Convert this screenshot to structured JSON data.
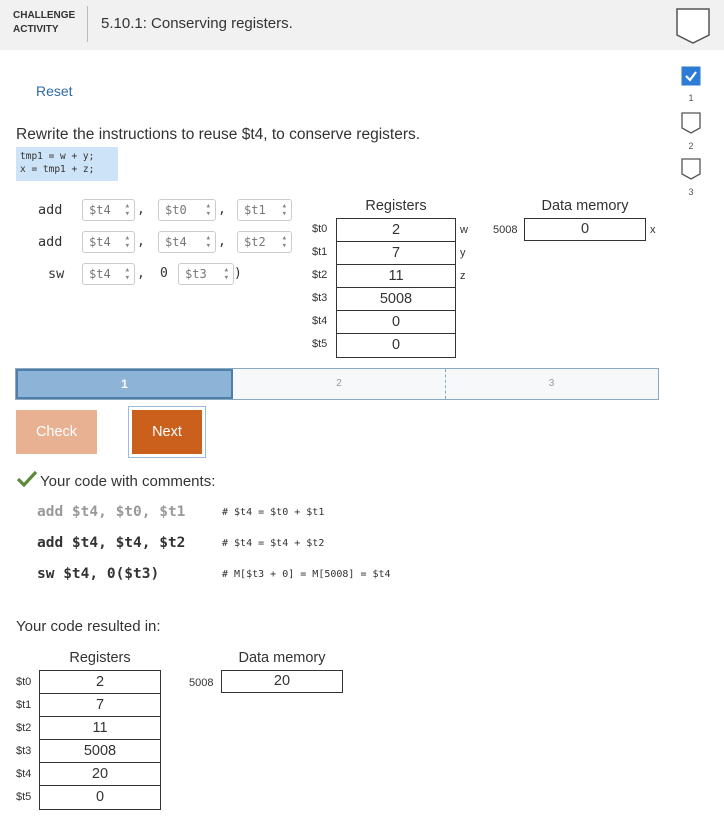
{
  "header": {
    "category_line1": "CHALLENGE",
    "category_line2": "ACTIVITY",
    "title": "5.10.1: Conserving registers."
  },
  "progress": [
    {
      "num": "1",
      "state": "current-checked"
    },
    {
      "num": "2",
      "state": "pending"
    },
    {
      "num": "3",
      "state": "pending"
    }
  ],
  "reset_label": "Reset",
  "prompt": "Rewrite the instructions to reuse $t4, to conserve registers.",
  "code_snippet": "tmp1 = w + y;\nx = tmp1 + z;",
  "instructions": [
    {
      "op": "add",
      "r1": "$t4",
      "r2": "$t0",
      "r3": "$t1"
    },
    {
      "op": "add",
      "r1": "$t4",
      "r2": "$t4",
      "r3": "$t2"
    },
    {
      "op": "sw",
      "r1": "$t4",
      "offset": "0 (",
      "base": "$t3",
      "close": ")"
    }
  ],
  "top_state": {
    "registers_title": "Registers",
    "memory_title": "Data memory",
    "registers": [
      {
        "name": "$t0",
        "value": "2",
        "var": "w"
      },
      {
        "name": "$t1",
        "value": "7",
        "var": "y"
      },
      {
        "name": "$t2",
        "value": "11",
        "var": "z"
      },
      {
        "name": "$t3",
        "value": "5008",
        "var": ""
      },
      {
        "name": "$t4",
        "value": "0",
        "var": ""
      },
      {
        "name": "$t5",
        "value": "0",
        "var": ""
      }
    ],
    "memory": {
      "address": "5008",
      "value": "0",
      "var": "x"
    }
  },
  "steps": [
    "1",
    "2",
    "3"
  ],
  "check_label": "Check",
  "next_label": "Next",
  "with_comments_label": "Your code with comments:",
  "code_comments": [
    {
      "code": "add $t4, $t0, $t1",
      "comment": "# $t4 = $t0 + $t1"
    },
    {
      "code": "add $t4, $t4, $t2",
      "comment": "# $t4 = $t4 + $t2"
    },
    {
      "code": "sw $t4, 0($t3)",
      "comment": "# M[$t3 + 0] = M[5008] = $t4"
    }
  ],
  "resulted_label": "Your code resulted in:",
  "result_state": {
    "registers_title": "Registers",
    "memory_title": "Data memory",
    "registers": [
      {
        "name": "$t0",
        "value": "2"
      },
      {
        "name": "$t1",
        "value": "7"
      },
      {
        "name": "$t2",
        "value": "11"
      },
      {
        "name": "$t3",
        "value": "5008"
      },
      {
        "name": "$t4",
        "value": "20"
      },
      {
        "name": "$t5",
        "value": "0"
      }
    ],
    "memory": {
      "address": "5008",
      "value": "20"
    }
  },
  "colors": {
    "accent_blue": "#2f6aa6",
    "next_button": "#cb5f1c",
    "check_button": "#e8b192",
    "step_active": "#8db3d6",
    "code_highlight": "#cde3f7",
    "check_green": "#5a8a3a"
  }
}
